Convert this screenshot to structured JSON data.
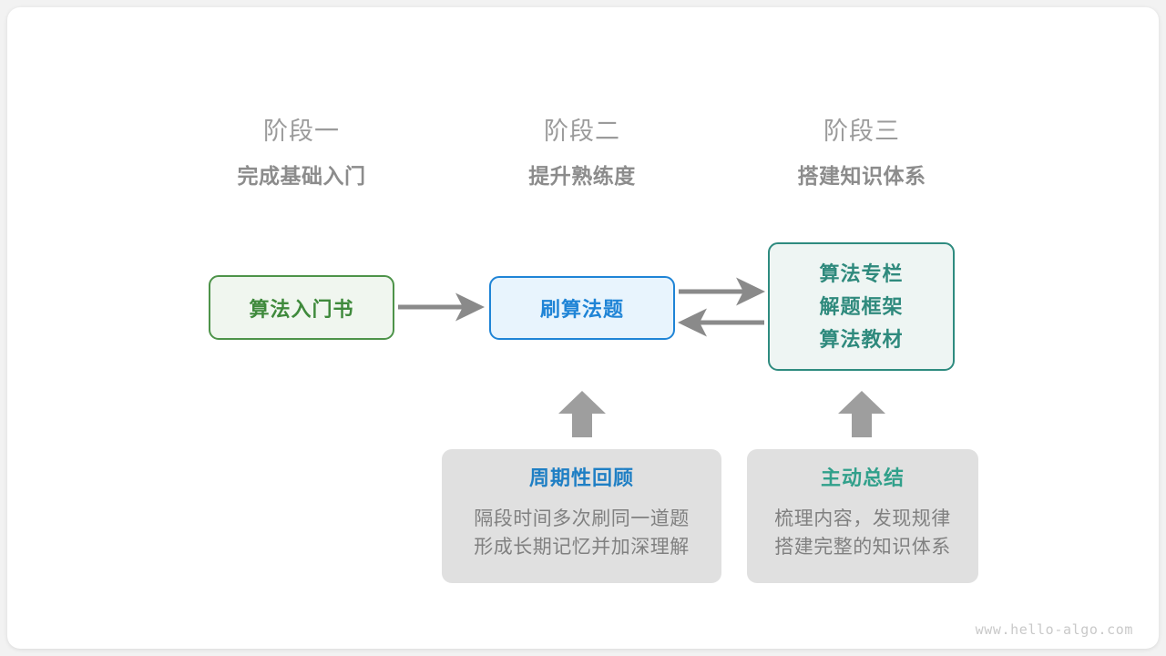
{
  "diagram": {
    "watermark": "www.hello-algo.com",
    "colors": {
      "background": "#ffffff",
      "card": "#ffffff",
      "page": "#f2f2f2",
      "green_border": "#4d9349",
      "green_fill": "#f0f6ef",
      "green_text": "#3f8a3c",
      "blue_border": "#1f84d6",
      "blue_fill": "#e8f4fd",
      "blue_text": "#1f84d6",
      "teal_border": "#2e8b7f",
      "teal_fill": "#eef5f3",
      "teal_text": "#2f8a7d",
      "note_fill": "#e0e0e0",
      "note_body_text": "#808080",
      "note_title_blue": "#1f7fc4",
      "note_title_teal": "#31a08b",
      "arrow": "#8a8a8a",
      "phase_index_text": "#9b9b9b",
      "phase_title_text": "#8c8c8c",
      "watermark_text": "#c9c9c9"
    },
    "phases": [
      {
        "index": "阶段一",
        "title": "完成基础入门"
      },
      {
        "index": "阶段二",
        "title": "提升熟练度"
      },
      {
        "index": "阶段三",
        "title": "搭建知识体系"
      }
    ],
    "nodes": {
      "book": {
        "label": "算法入门书"
      },
      "practice": {
        "label": "刷算法题"
      },
      "resources": {
        "lines": [
          "算法专栏",
          "解题框架",
          "算法教材"
        ]
      }
    },
    "notes": [
      {
        "title": "周期性回顾",
        "body_lines": [
          "隔段时间多次刷同一道题",
          "形成长期记忆并加深理解"
        ]
      },
      {
        "title": "主动总结",
        "body_lines": [
          "梳理内容，发现规律",
          "搭建完整的知识体系"
        ]
      }
    ],
    "arrows": [
      {
        "name": "book-to-practice",
        "direction": "right"
      },
      {
        "name": "practice-to-resources",
        "direction": "right"
      },
      {
        "name": "resources-to-practice",
        "direction": "left"
      },
      {
        "name": "review-to-practice",
        "direction": "up"
      },
      {
        "name": "summary-to-resources",
        "direction": "up"
      }
    ]
  }
}
